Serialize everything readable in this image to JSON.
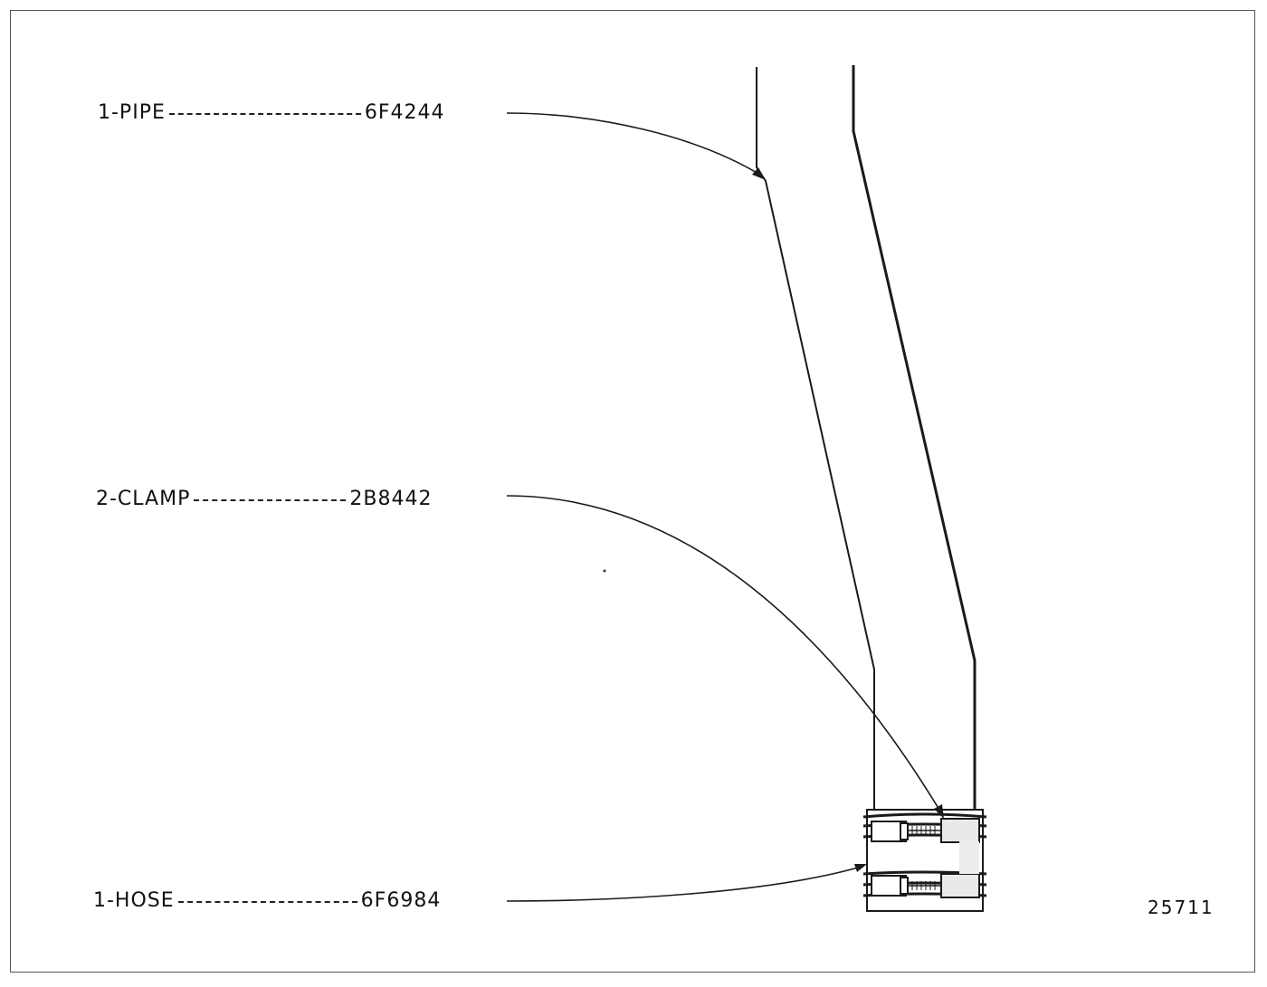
{
  "callouts": {
    "pipe": {
      "qty_name": "1-PIPE",
      "part_no": "6F4244"
    },
    "clamp": {
      "qty_name": "2-CLAMP",
      "part_no": "2B8442"
    },
    "hose": {
      "qty_name": "1-HOSE",
      "part_no": "6F6984"
    }
  },
  "figure_number": "25711"
}
